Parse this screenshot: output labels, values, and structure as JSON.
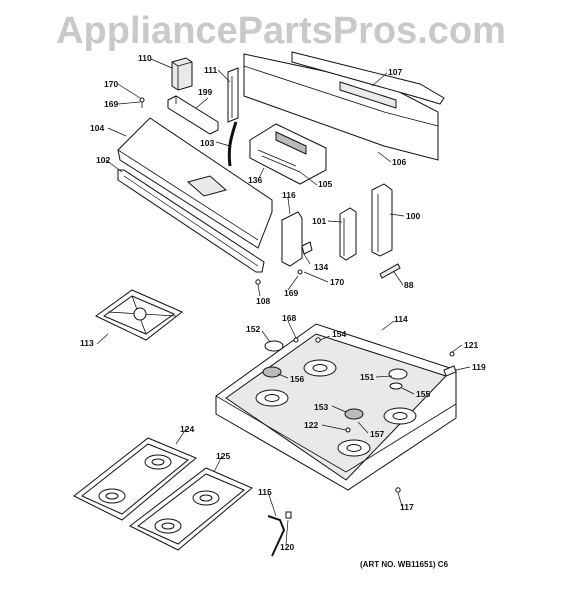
{
  "watermark": "AppliancePartsPros.com",
  "art_number": "(ART NO. WB11651) C6",
  "labels": {
    "l110": "110",
    "l170a": "170",
    "l169a": "169",
    "l199": "199",
    "l111": "111",
    "l107": "107",
    "l104": "104",
    "l103": "103",
    "l106": "106",
    "l136": "136",
    "l105": "105",
    "l102": "102",
    "l116": "116",
    "l101": "101",
    "l100": "100",
    "l134": "134",
    "l170b": "170",
    "l169b": "169",
    "l88": "88",
    "l108": "108",
    "l113": "113",
    "l152": "152",
    "l168": "168",
    "l154": "154",
    "l114": "114",
    "l121": "121",
    "l156": "156",
    "l151": "151",
    "l119": "119",
    "l155": "155",
    "l153": "153",
    "l122": "122",
    "l157": "157",
    "l124": "124",
    "l125": "125",
    "l115": "115",
    "l117": "117",
    "l120": "120"
  }
}
